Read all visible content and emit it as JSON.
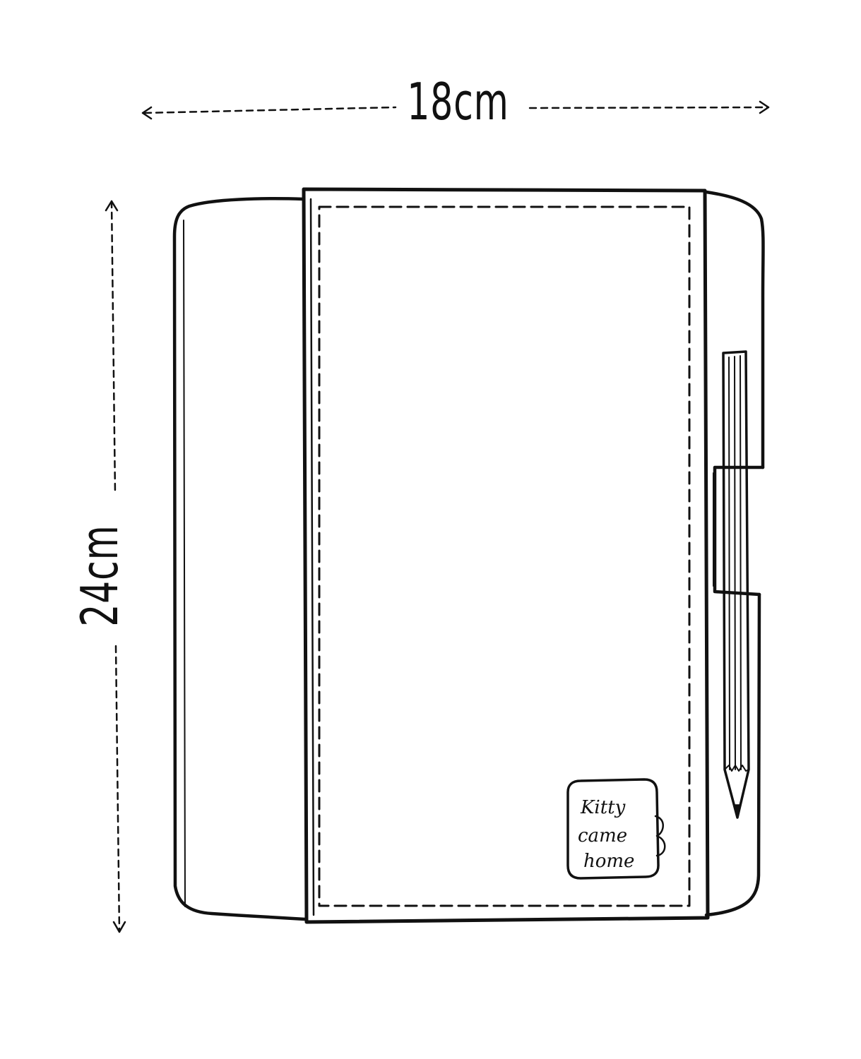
{
  "dimensions": {
    "width_label": "18cm",
    "height_label": "24cm"
  },
  "logo": {
    "lines": [
      "Kitty",
      "came",
      "home"
    ]
  },
  "colors": {
    "ink": "#111111",
    "paper": "#ffffff"
  }
}
